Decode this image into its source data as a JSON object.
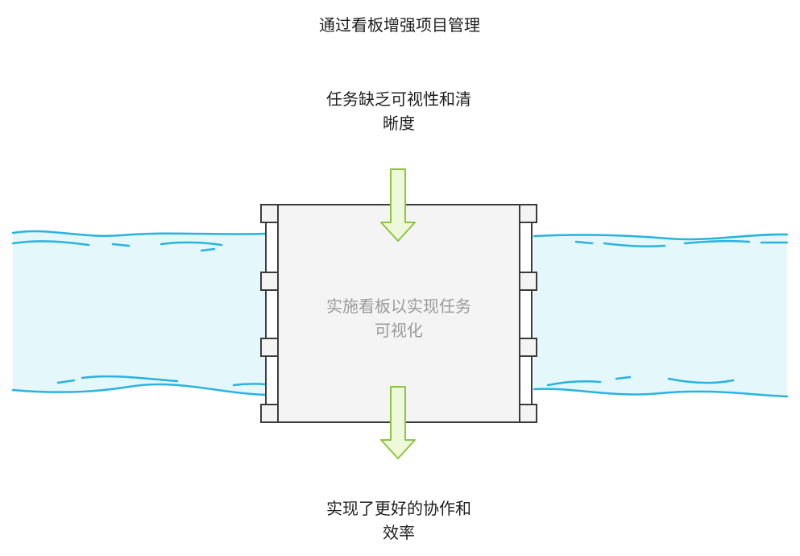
{
  "title": "通过看板增强项目管理",
  "input": {
    "line1": "任务缺乏可视性和清",
    "line2": "晰度"
  },
  "dam": {
    "line1": "实施看板以实现任务",
    "line2": "可视化"
  },
  "output": {
    "line1": "实现了更好的协作和",
    "line2": "效率"
  },
  "colors": {
    "water_fill": "#e4f7fb",
    "water_line": "#28b3e1",
    "dam_fill": "#f4f4f4",
    "dam_stroke": "#3c3c3c",
    "arrow_fill": "#eef8da",
    "arrow_stroke": "#8cc63f"
  }
}
